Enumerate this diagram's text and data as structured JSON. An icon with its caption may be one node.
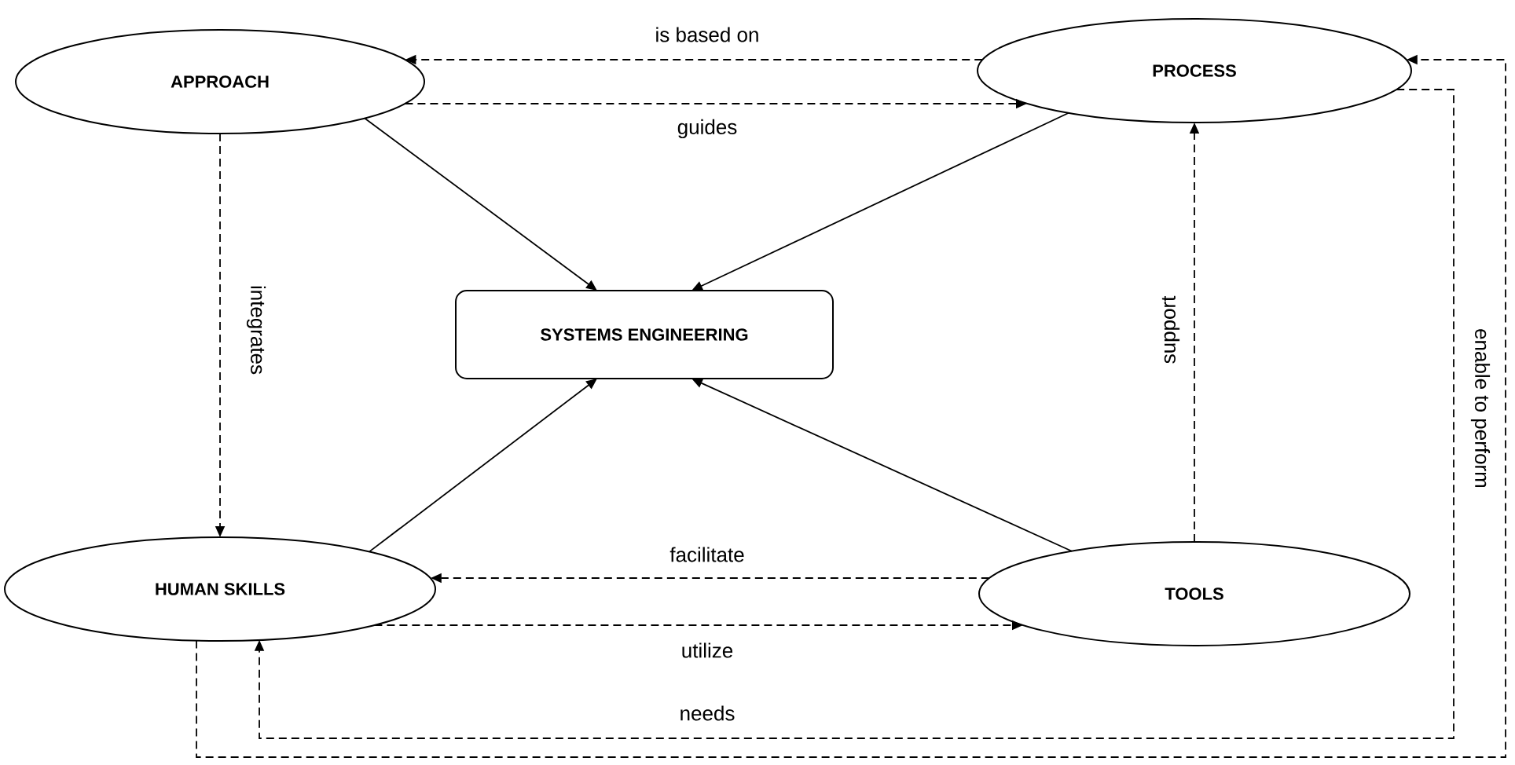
{
  "diagram": {
    "nodes": [
      {
        "text": [
          "APPROACH"
        ]
      },
      {
        "text": [
          "PROCESS"
        ]
      },
      {
        "text": [
          "SYSTEMS ENGINEERING"
        ]
      },
      {
        "text": [
          "HUMAN SKILLS"
        ]
      },
      {
        "text": [
          "TOOLS"
        ]
      }
    ],
    "edges": [
      {
        "from": 1,
        "to": 0,
        "arrow": "to",
        "style": "dashed",
        "label": "is based on"
      },
      {
        "from": 0,
        "to": 1,
        "arrow": "to",
        "style": "dashed",
        "label": "guides"
      },
      {
        "from": 0,
        "to": 2,
        "arrow": "to"
      },
      {
        "from": 1,
        "to": 2,
        "arrow": "to"
      },
      {
        "from": 0,
        "to": 3,
        "arrow": "to",
        "style": "dashed",
        "label": "integrates"
      },
      {
        "from": 3,
        "to": 2,
        "arrow": "to"
      },
      {
        "from": 4,
        "to": 2,
        "arrow": "to"
      },
      {
        "from": 4,
        "to": 1,
        "arrow": "to",
        "style": "dashed",
        "label": "support"
      },
      {
        "from": 4,
        "to": 3,
        "arrow": "to",
        "style": "dashed",
        "label": "facilitate"
      },
      {
        "from": 3,
        "to": 4,
        "arrow": "to",
        "style": "dashed",
        "label": "utilize"
      },
      {
        "from": 1,
        "to": 3,
        "arrow": "to",
        "style": "dashed",
        "label": "needs"
      },
      {
        "from": 3,
        "to": 1,
        "arrow": "to",
        "style": "dashed",
        "label": "enable to perform"
      }
    ]
  }
}
